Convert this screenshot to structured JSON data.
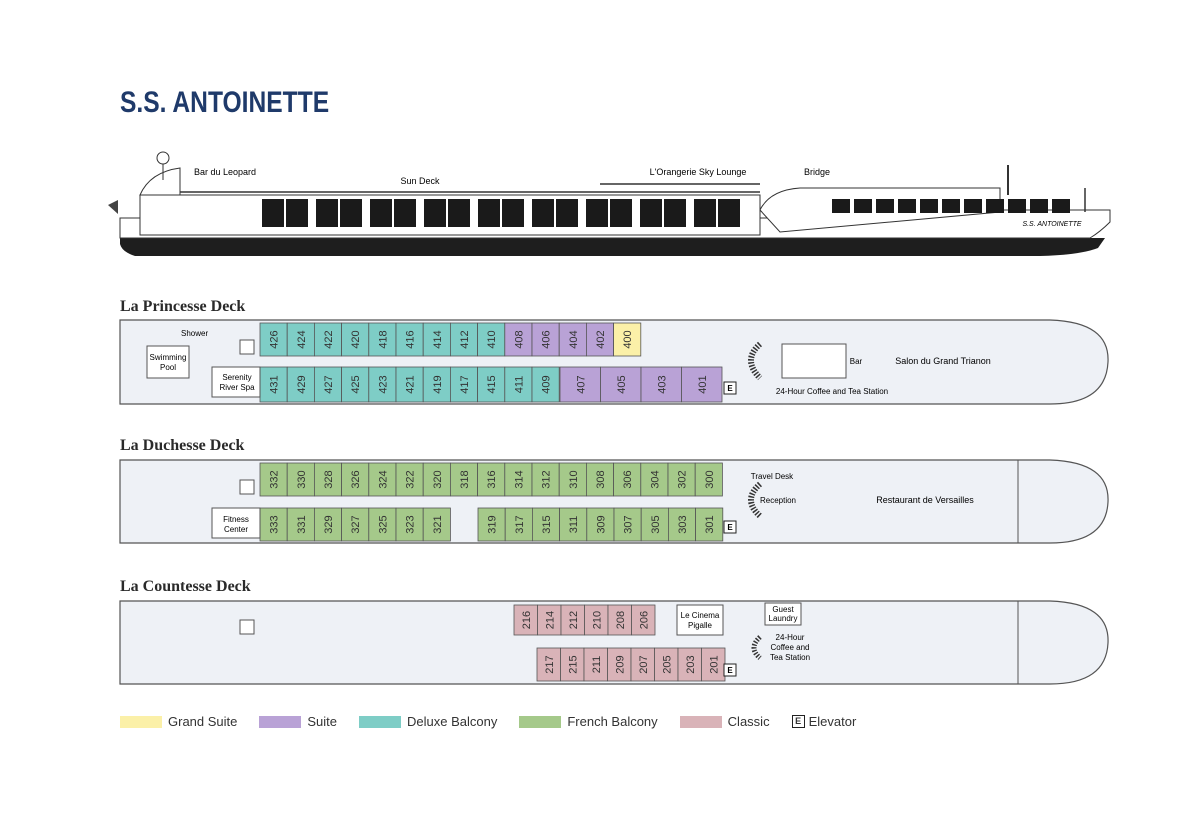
{
  "ship_name": "S.S. ANTOINETTE",
  "profile": {
    "labels": {
      "bar_du_leopard": "Bar du Leopard",
      "sun_deck": "Sun Deck",
      "orangerie": "L'Orangerie Sky Lounge",
      "bridge": "Bridge",
      "hull_name": "S.S. ANTOINETTE"
    }
  },
  "decks": {
    "princesse": {
      "title": "La Princesse Deck",
      "shower": "Shower",
      "pool": "Swimming Pool",
      "spa": "Serenity River Spa",
      "bar": "Bar",
      "salon": "Salon du Grand Trianon",
      "coffee": "24-Hour Coffee and Tea Station",
      "top_row": [
        {
          "num": "426",
          "cat": "deluxe"
        },
        {
          "num": "424",
          "cat": "deluxe"
        },
        {
          "num": "422",
          "cat": "deluxe"
        },
        {
          "num": "420",
          "cat": "deluxe"
        },
        {
          "num": "418",
          "cat": "deluxe"
        },
        {
          "num": "416",
          "cat": "deluxe"
        },
        {
          "num": "414",
          "cat": "deluxe"
        },
        {
          "num": "412",
          "cat": "deluxe"
        },
        {
          "num": "410",
          "cat": "deluxe"
        },
        {
          "num": "408",
          "cat": "suite"
        },
        {
          "num": "406",
          "cat": "suite"
        },
        {
          "num": "404",
          "cat": "suite"
        },
        {
          "num": "402",
          "cat": "suite"
        },
        {
          "num": "400",
          "cat": "grand"
        }
      ],
      "bottom_row": [
        {
          "num": "431",
          "cat": "deluxe"
        },
        {
          "num": "429",
          "cat": "deluxe"
        },
        {
          "num": "427",
          "cat": "deluxe"
        },
        {
          "num": "425",
          "cat": "deluxe"
        },
        {
          "num": "423",
          "cat": "deluxe"
        },
        {
          "num": "421",
          "cat": "deluxe"
        },
        {
          "num": "419",
          "cat": "deluxe"
        },
        {
          "num": "417",
          "cat": "deluxe"
        },
        {
          "num": "415",
          "cat": "deluxe"
        },
        {
          "num": "411",
          "cat": "deluxe"
        },
        {
          "num": "409",
          "cat": "deluxe"
        },
        {
          "num": "407",
          "cat": "suite"
        },
        {
          "num": "405",
          "cat": "suite"
        },
        {
          "num": "403",
          "cat": "suite"
        },
        {
          "num": "401",
          "cat": "suite"
        }
      ]
    },
    "duchesse": {
      "title": "La Duchesse Deck",
      "fitness": "Fitness Center",
      "travel_desk": "Travel Desk",
      "reception": "Reception",
      "restaurant": "Restaurant de Versailles",
      "top_row": [
        "332",
        "330",
        "328",
        "326",
        "324",
        "322",
        "320",
        "318",
        "316",
        "314",
        "312",
        "310",
        "308",
        "306",
        "304",
        "302",
        "300"
      ],
      "bottom_left": [
        "333",
        "331",
        "329",
        "327",
        "325",
        "323",
        "321"
      ],
      "bottom_right": [
        "319",
        "317",
        "315",
        "311",
        "309",
        "307",
        "305",
        "303",
        "301"
      ]
    },
    "countesse": {
      "title": "La Countesse Deck",
      "cinema": "Le Cinema Pigalle",
      "laundry": "Guest Laundry",
      "coffee": "24-Hour Coffee and Tea Station",
      "top_row": [
        "216",
        "214",
        "212",
        "210",
        "208",
        "206"
      ],
      "bottom_row": [
        "217",
        "215",
        "211",
        "209",
        "207",
        "205",
        "203",
        "201"
      ]
    }
  },
  "elevator_letter": "E",
  "legend": [
    {
      "label": "Grand Suite",
      "color": "#fbf0a8"
    },
    {
      "label": "Suite",
      "color": "#b9a2d6"
    },
    {
      "label": "Deluxe Balcony",
      "color": "#7ecdc6"
    },
    {
      "label": "French Balcony",
      "color": "#a5c98a"
    },
    {
      "label": "Classic",
      "color": "#d9b3b8"
    },
    {
      "label": "Elevator",
      "color": "#ffffff"
    }
  ],
  "colors": {
    "grand": "#fbf0a8",
    "suite": "#b9a2d6",
    "deluxe": "#7ecdc6",
    "french": "#a5c98a",
    "classic": "#d9b3b8",
    "deck": "#eef1f6",
    "outline": "#555555",
    "title": "#1f3a6a"
  }
}
